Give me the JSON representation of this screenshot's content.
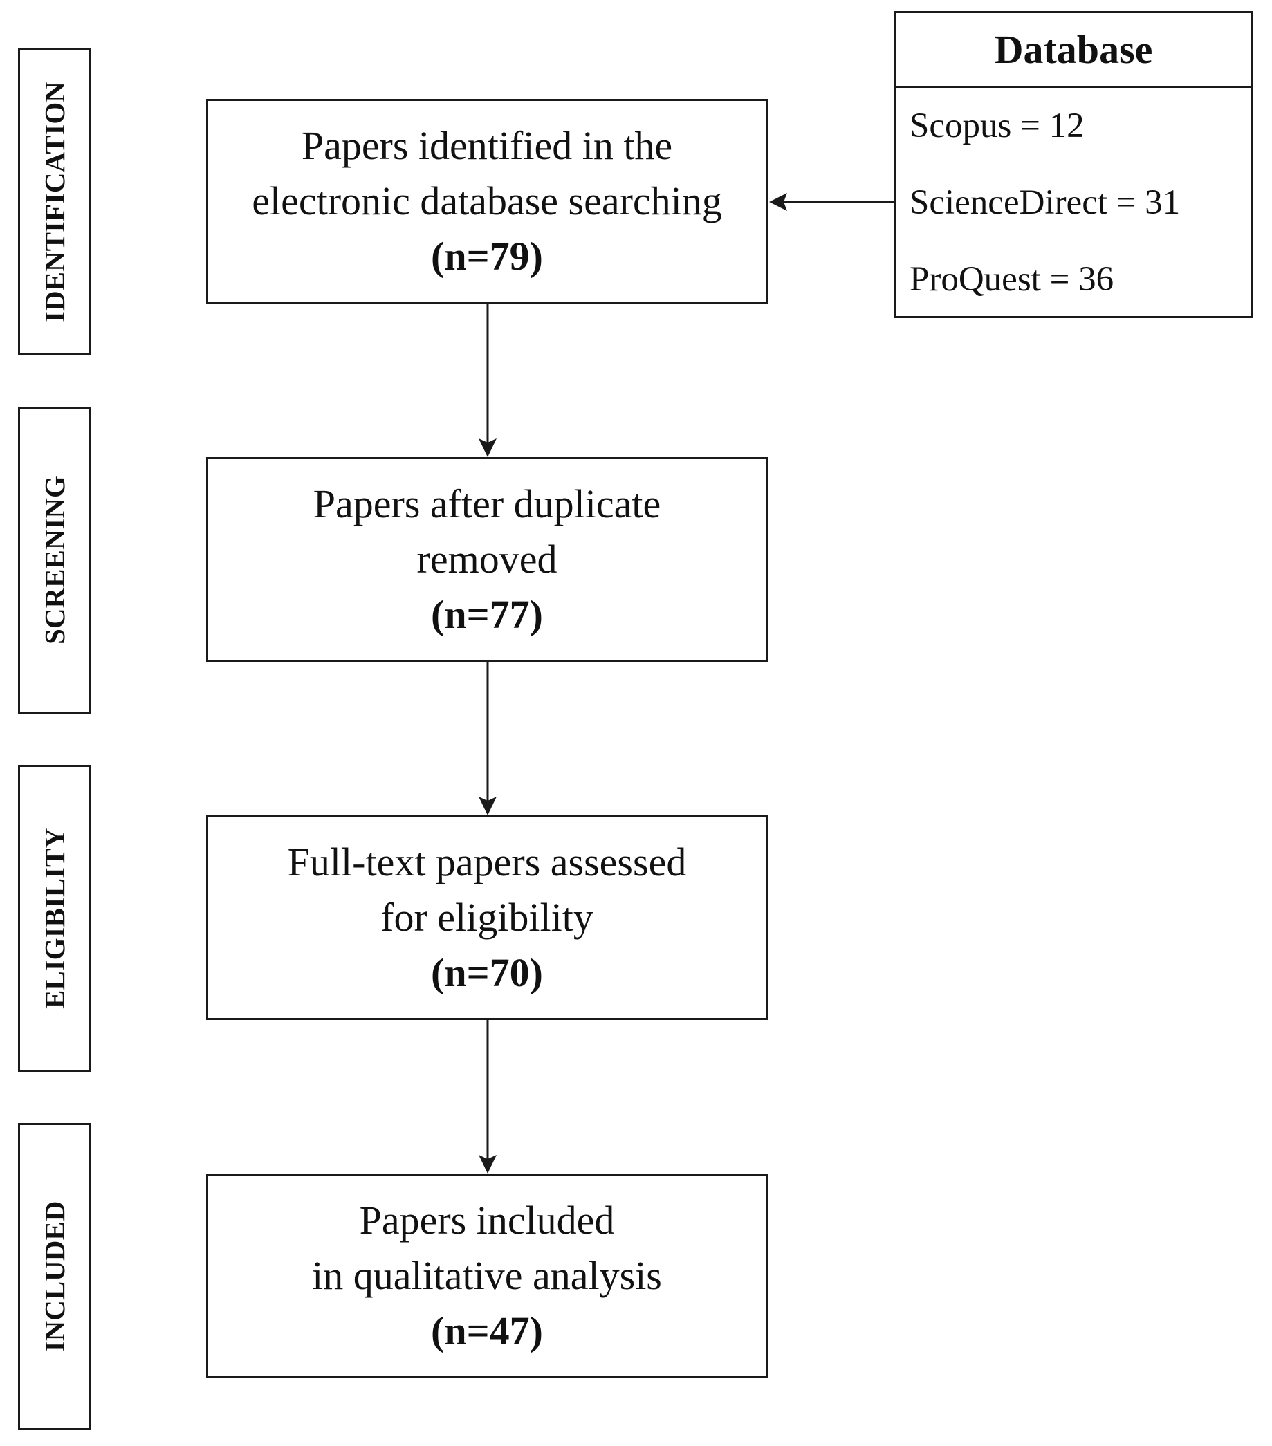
{
  "stages": [
    {
      "label": "IDENTIFICATION"
    },
    {
      "label": "SCREENING"
    },
    {
      "label": "ELIGIBILITY"
    },
    {
      "label": "INCLUDED"
    }
  ],
  "boxes": [
    {
      "lines": [
        "Papers identified in the",
        "electronic database searching"
      ],
      "count": "(n=79)"
    },
    {
      "lines": [
        "Papers after duplicate",
        "removed"
      ],
      "count": "(n=77)"
    },
    {
      "lines": [
        "Full-text papers assessed",
        "for eligibility"
      ],
      "count": "(n=70)"
    },
    {
      "lines": [
        "Papers included",
        "in qualitative analysis"
      ],
      "count": "(n=47)"
    }
  ],
  "database": {
    "title": "Database",
    "items": [
      "Scopus = 12",
      "ScienceDirect = 31",
      "ProQuest = 36"
    ]
  }
}
